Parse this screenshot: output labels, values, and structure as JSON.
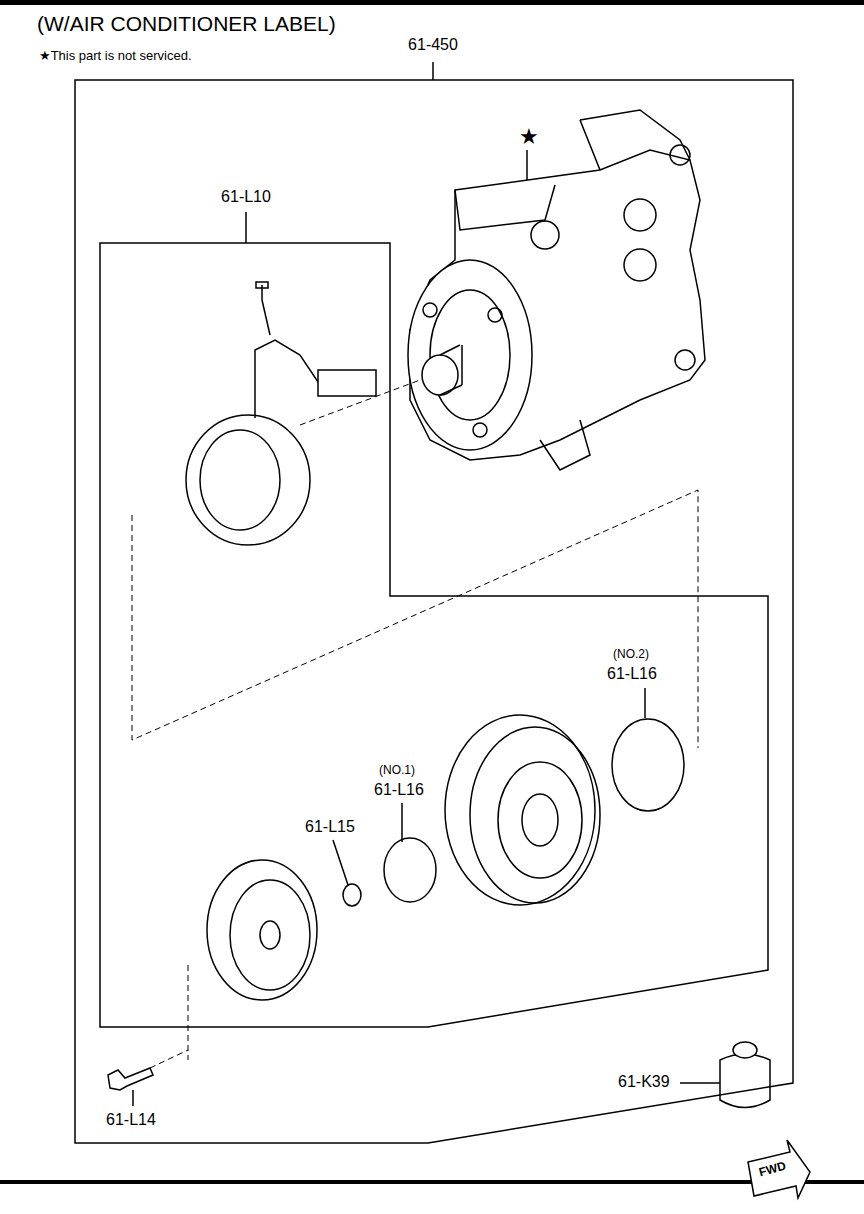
{
  "diagram": {
    "title": "(W/AIR CONDITIONER LABEL)",
    "nodes": [
      {
        "text": [
          "61-450"
        ]
      },
      {
        "text": [
          "61-L10"
        ],
        "in": 0
      }
    ],
    "labels": [
      "★This part is not serviced.",
      "★",
      "(NO.2)",
      "61-L16",
      "(NO.1)",
      "61-L16",
      "61-L15",
      "61-L14",
      "61-K39",
      "FWD"
    ]
  }
}
